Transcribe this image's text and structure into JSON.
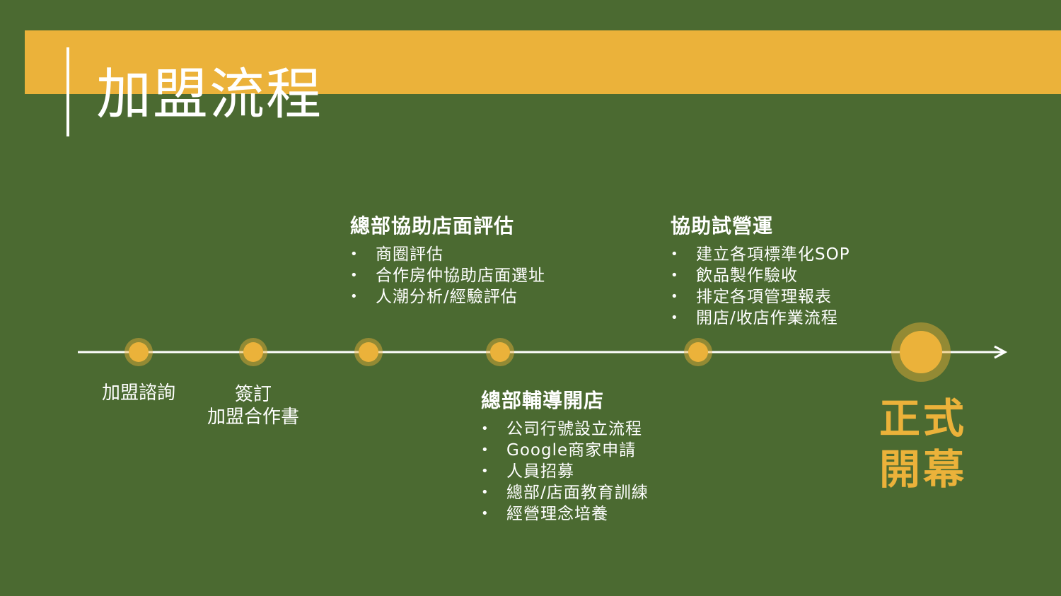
{
  "slide": {
    "title": "加盟流程"
  },
  "stages": [
    {
      "label_line1": "加盟諮詢",
      "label_line2": ""
    },
    {
      "label_line1": "簽訂",
      "label_line2": "加盟合作書"
    }
  ],
  "blocks": {
    "evaluation": {
      "title": "總部協助店面評估",
      "items": [
        "商圈評估",
        "合作房仲協助店面選址",
        "人潮分析/經驗評估"
      ]
    },
    "guidance": {
      "title": "總部輔導開店",
      "items": [
        "公司行號設立流程",
        "Google商家申請",
        "人員招募",
        "總部/店面教育訓練",
        "經營理念培養"
      ]
    },
    "trial": {
      "title": "協助試營運",
      "items": [
        "建立各項標準化SOP",
        "飲品製作驗收",
        "排定各項管理報表",
        "開店/收店作業流程"
      ]
    }
  },
  "final": {
    "line1": "正式",
    "line2": "開幕"
  },
  "colors": {
    "background": "#4b6a31",
    "accent": "#ebb23a",
    "text": "#ffffff"
  }
}
